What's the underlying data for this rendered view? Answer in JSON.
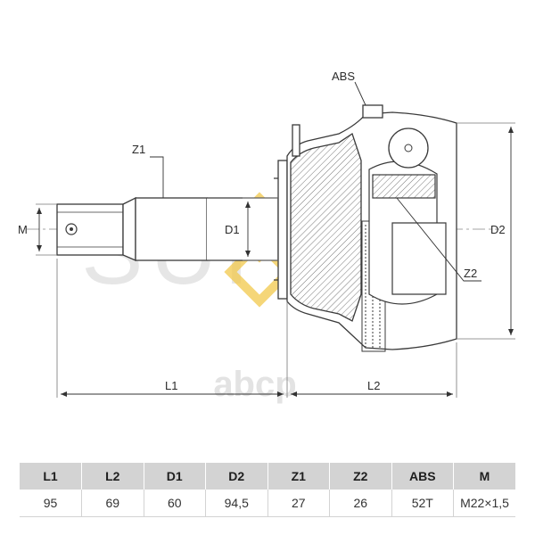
{
  "watermark": {
    "brand": "SUFFIX",
    "site": "аbcp"
  },
  "labels": {
    "abs": "ABS",
    "z1": "Z1",
    "z2": "Z2",
    "m": "M",
    "d1": "D1",
    "d2": "D2",
    "l1": "L1",
    "l2": "L2"
  },
  "spec_table": {
    "headers": [
      "L1",
      "L2",
      "D1",
      "D2",
      "Z1",
      "Z2",
      "ABS",
      "M"
    ],
    "values": [
      "95",
      "69",
      "60",
      "94,5",
      "27",
      "26",
      "52T",
      "M22×1,5"
    ]
  },
  "colors": {
    "line": "#3a3a3a",
    "header_bg": "#d3d3d3",
    "watermark_gold": "#f2c94c"
  }
}
